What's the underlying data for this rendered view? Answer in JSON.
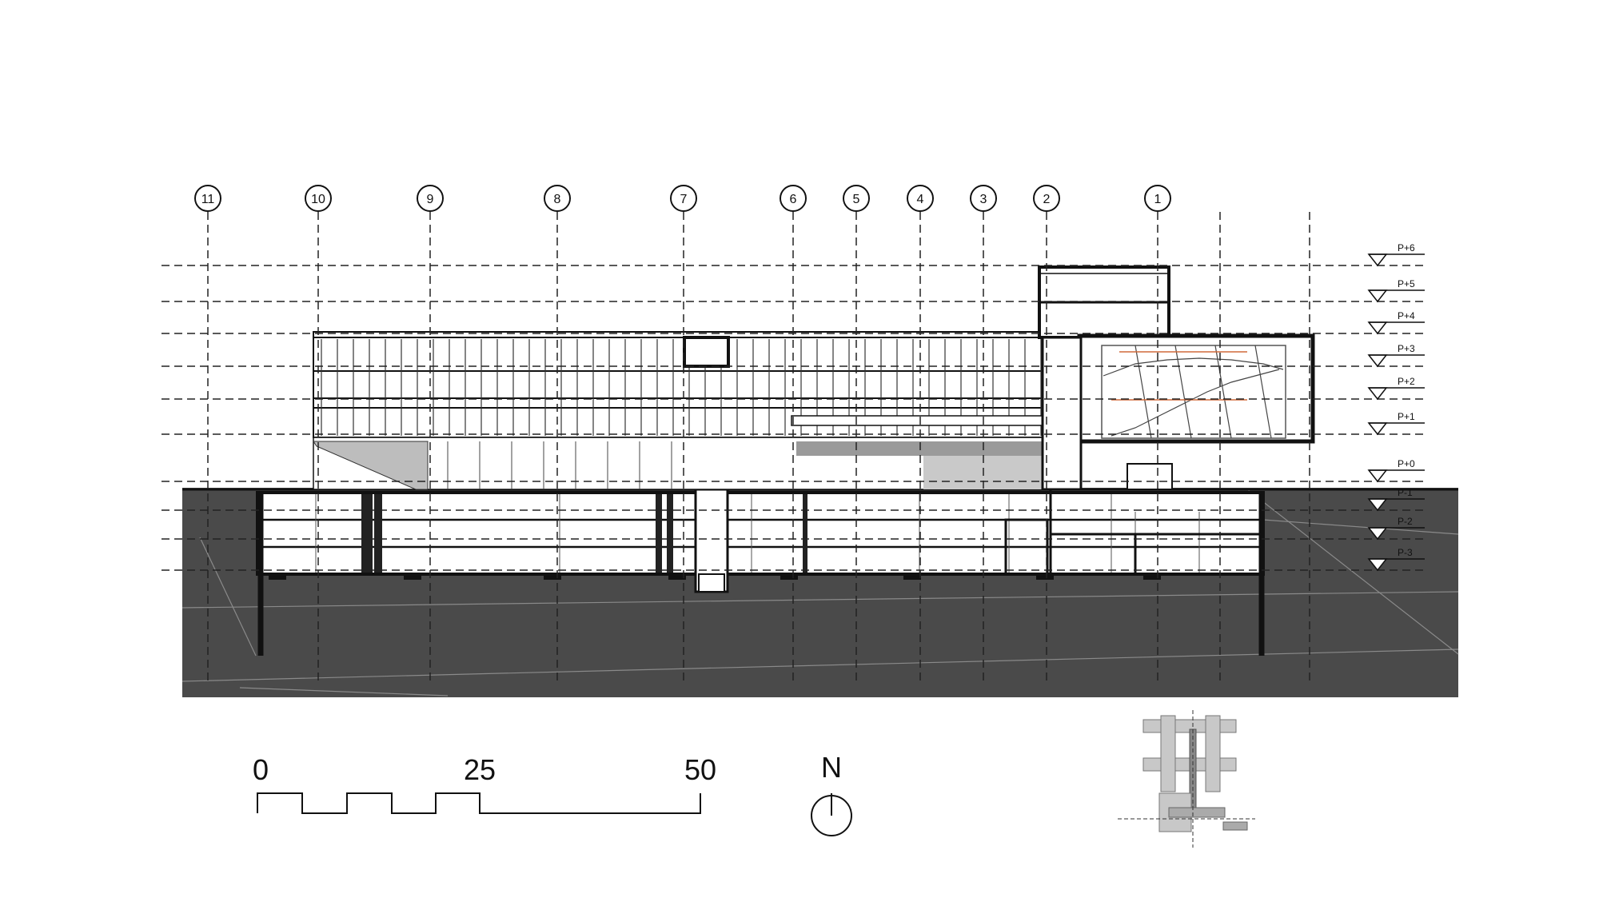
{
  "section_drawing": {
    "grid_axes": [
      "11",
      "10",
      "9",
      "8",
      "7",
      "6",
      "5",
      "4",
      "3",
      "2",
      "1"
    ],
    "levels": [
      "P+6",
      "P+5",
      "P+4",
      "P+3",
      "P+2",
      "P+1",
      "P+0",
      "P-1",
      "P-2",
      "P-3"
    ],
    "scale_bar": {
      "labels": [
        "0",
        "25",
        "50"
      ]
    },
    "north_arrow": {
      "label": "N"
    },
    "colors": {
      "ground": "#4a4a4a",
      "line": "#111111",
      "grid": "#333333",
      "key_plan": "#c8c8c8"
    }
  }
}
